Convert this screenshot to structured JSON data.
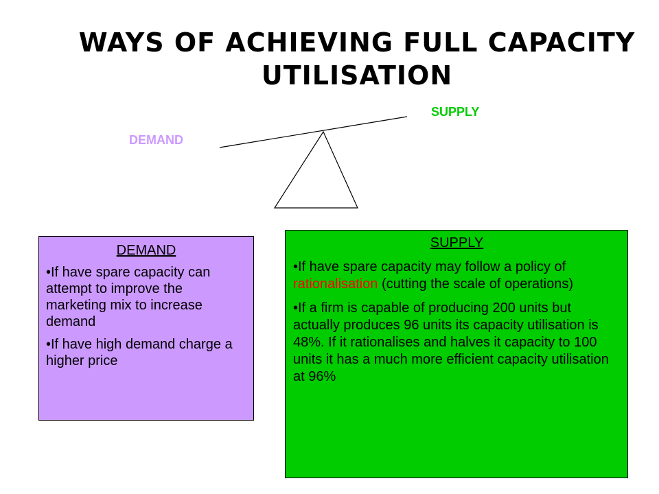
{
  "title": "Ways of achieving full capacity utilisation",
  "diagram": {
    "supply_label": "SUPPLY",
    "demand_label": "DEMAND"
  },
  "demand_box": {
    "heading": "DEMAND",
    "bullets": [
      "•If have spare capacity can attempt to improve the marketing mix to increase demand",
      "•If have high demand charge a higher price"
    ]
  },
  "supply_box": {
    "heading": "SUPPLY",
    "bullet1_before": "•If have spare capacity may follow a policy of ",
    "bullet1_highlight": "rationalisation",
    "bullet1_after": " (cutting the scale of operations)",
    "bullet2": "•If a firm is capable of producing 200 units but actually produces 96 units its capacity utilisation is 48%. If it rationalises and halves it capacity to 100 units it has a much more efficient capacity utilisation at 96%"
  },
  "colors": {
    "supply_green": "#00CC00",
    "demand_purple": "#CC99FF",
    "highlight_red": "#FF0000",
    "line_black": "#000000"
  }
}
